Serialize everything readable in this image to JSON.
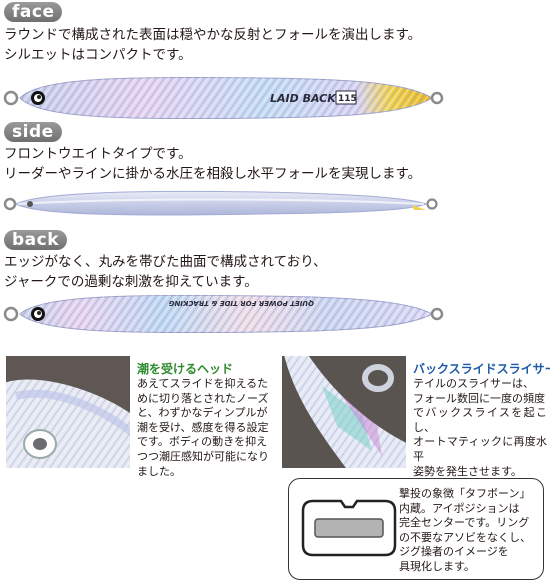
{
  "face": {
    "tag": "face",
    "lines": [
      "ラウンドで構成された表面は穏やかな反射とフォールを演出します。",
      "シルエットはコンパクトです。"
    ],
    "lure_text": "LAID BACK",
    "lure_size": "115"
  },
  "side": {
    "tag": "side",
    "lines": [
      "フロントウエイトタイプです。",
      "リーダーやラインに掛かる水圧を相殺し水平フォールを実現します。"
    ]
  },
  "back": {
    "tag": "back",
    "lines": [
      "エッジがなく、丸みを帯びた曲面で構成されており、",
      "ジャークでの過剰な刺激を抑えています。"
    ],
    "lure_text": "QUIET POWER FOR TIDE & TRACKING"
  },
  "head": {
    "title": "潮を受けるヘッド",
    "lines": [
      "あえてスライドを抑えるた",
      "めに切り落とされたノーズ",
      "と、わずかなディンプルが",
      "潮を受け、感度を得る設定",
      "です。ボディの動きを抑え",
      "つつ潮圧感知が可能になり",
      "ました。"
    ]
  },
  "slider": {
    "title": "バックスライドスライサー",
    "lines": [
      "テイルのスライサーは、",
      "フォール数回に一度の頻度",
      "でバックスライスを起こし、",
      "オートマティックに再度水平",
      "姿勢を発生させます。"
    ]
  },
  "ring": {
    "lines": [
      "撃投の象徴「タフボーン」",
      "内蔵。アイポジションは",
      "完全センターです。リング",
      "の不要なアソビをなくし、",
      "ジグ操者のイメージを",
      "具現化します。"
    ]
  }
}
